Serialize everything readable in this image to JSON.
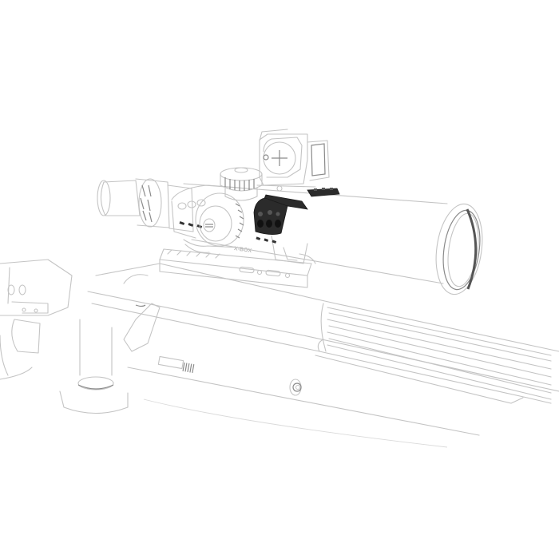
{
  "illustration": {
    "subject": "Rifle with riflescope, cantilever scope mount and offset red-dot sight",
    "style": "line-art",
    "mount_engraving": "X-BOX",
    "colors": {
      "background": "#ffffff",
      "line": "#c4c4c4",
      "accent_parts": "#2b2b2b",
      "objective_ring": "#555555"
    },
    "components": [
      {
        "id": "riflescope",
        "label": "Riflescope"
      },
      {
        "id": "scope-mount",
        "label": "Scope mount"
      },
      {
        "id": "offset-adapter",
        "label": "Offset red-dot adapter"
      },
      {
        "id": "red-dot-sight",
        "label": "Red dot sight"
      },
      {
        "id": "rifle-chassis",
        "label": "Rifle chassis"
      },
      {
        "id": "barrel",
        "label": "Fluted barrel"
      }
    ]
  }
}
